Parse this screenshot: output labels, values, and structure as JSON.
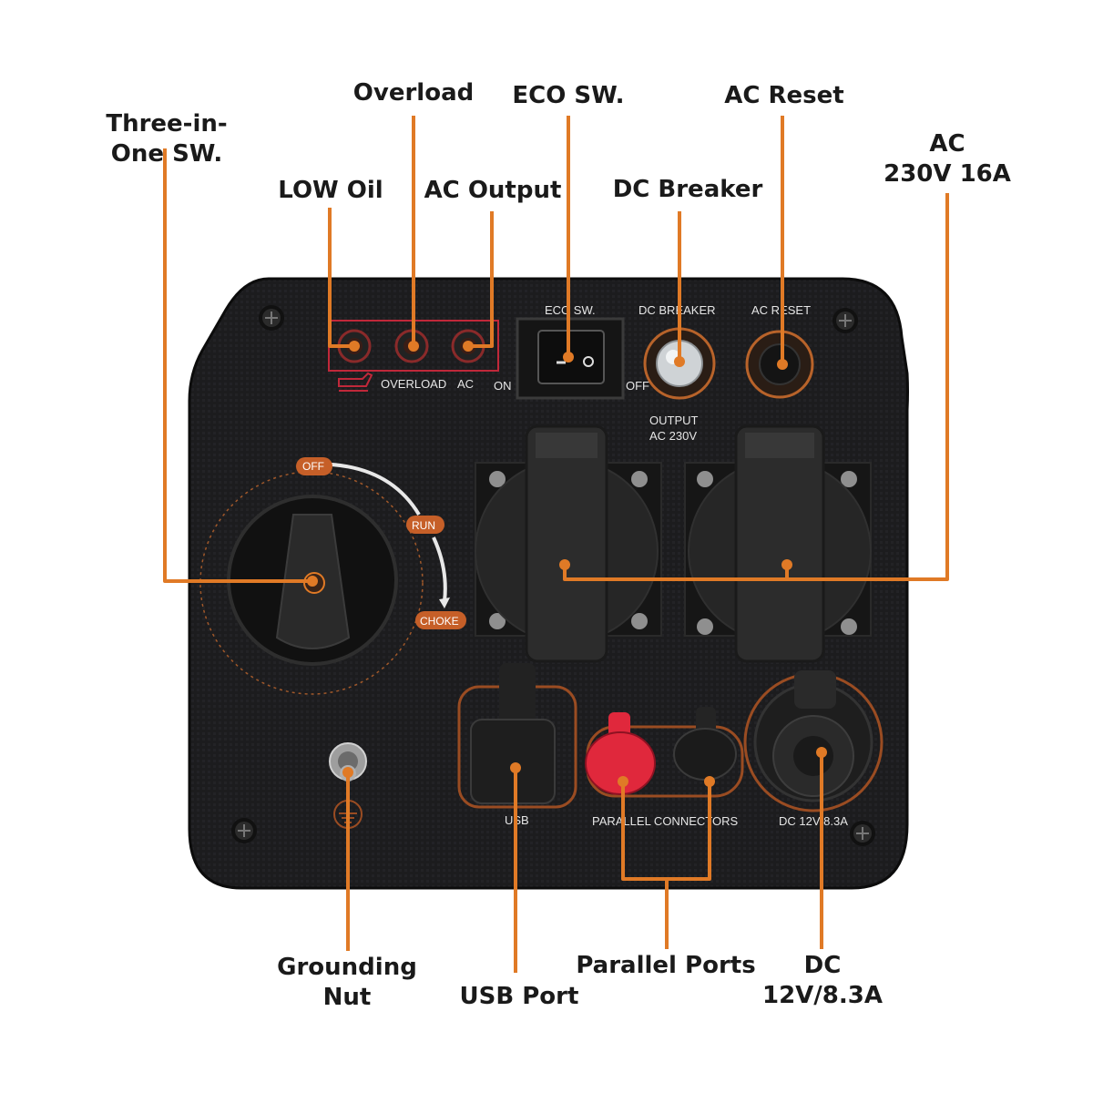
{
  "callouts": {
    "three_in_one": [
      "Three-in-",
      "One SW."
    ],
    "overload": "Overload",
    "eco_sw": "ECO SW.",
    "ac_reset": "AC Reset",
    "ac_230v": [
      "AC",
      "230V 16A"
    ],
    "low_oil": "LOW Oil",
    "ac_output": "AC Output",
    "dc_breaker": "DC Breaker",
    "grounding_nut": [
      "Grounding",
      "Nut"
    ],
    "usb_port": "USB Port",
    "parallel_ports": "Parallel Ports",
    "dc_12v": [
      "DC",
      "12V/8.3A"
    ]
  },
  "panel": {
    "overload": "OVERLOAD",
    "ac": "AC",
    "eco_sw": "ECO SW.",
    "on": "ON",
    "off": "OFF",
    "dc_breaker": "DC BREAKER",
    "ac_reset": "AC RESET",
    "output": "OUTPUT",
    "ac_230v": "AC 230V",
    "usb": "USB",
    "parallel_connectors": "PARALLEL CONNECTORS",
    "dc_rating": "DC 12V 8.3A"
  },
  "knob": {
    "off": "OFF",
    "run": "RUN",
    "choke": "CHOKE"
  },
  "colors": {
    "leader": "#e07a26",
    "panel": "#1b1b1d",
    "parallel_red": "#e0283c"
  },
  "icons": [
    "oil-can-icon",
    "ground-symbol-icon",
    "screw-icon"
  ]
}
